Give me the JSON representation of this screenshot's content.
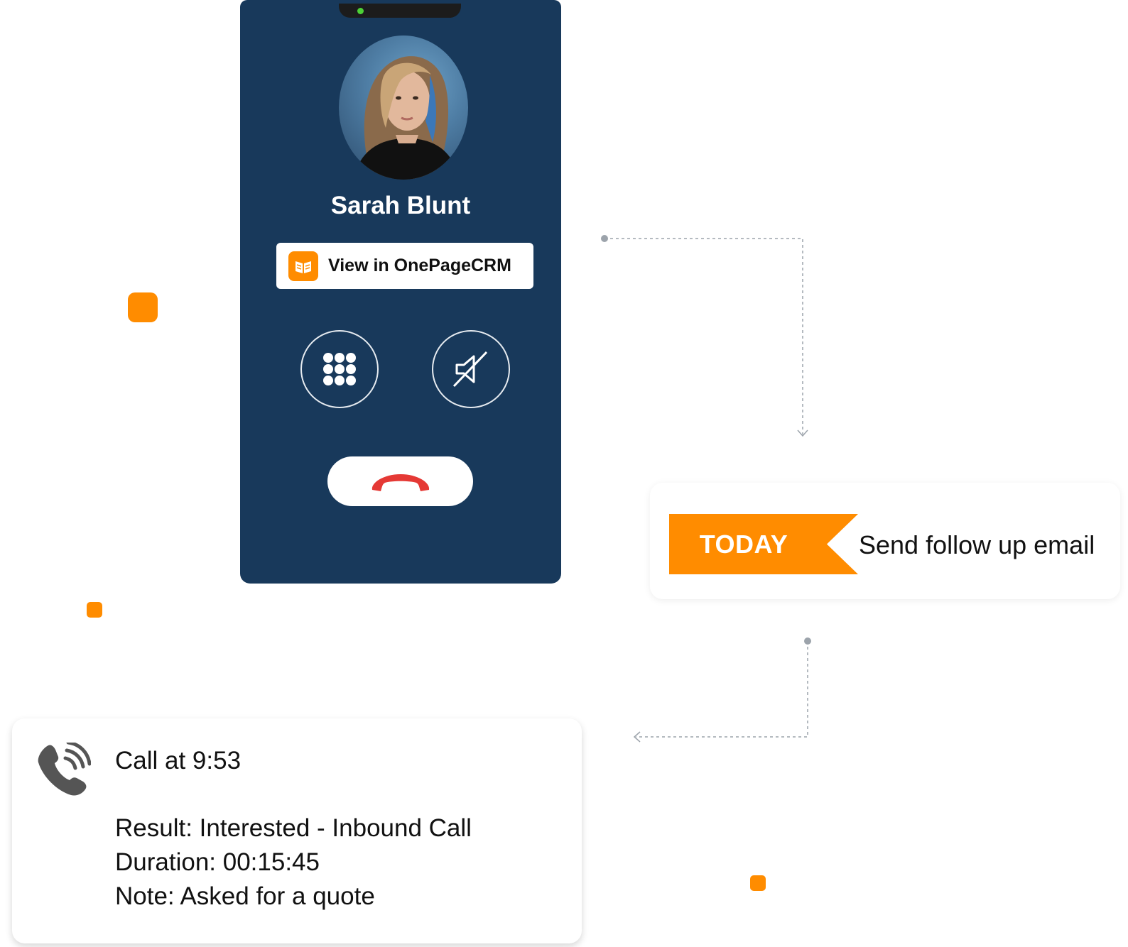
{
  "phone": {
    "contact_name": "Sarah Blunt",
    "crm_button_label": "View in OnePageCRM",
    "icons": [
      "keypad-icon",
      "mute-icon",
      "hang-up-icon",
      "onepagecrm-logo-icon"
    ],
    "screen_color": "#18395b",
    "hangup_color": "#e53935"
  },
  "task": {
    "badge": "TODAY",
    "text": "Send follow up email",
    "accent_color": "#ff8c00"
  },
  "call_log": {
    "title": "Call at 9:53",
    "result": "Result: Interested - Inbound Call",
    "duration": "Duration: 00:15:45",
    "note": "Note: Asked for a quote",
    "icon": "phone-ringing-icon"
  }
}
